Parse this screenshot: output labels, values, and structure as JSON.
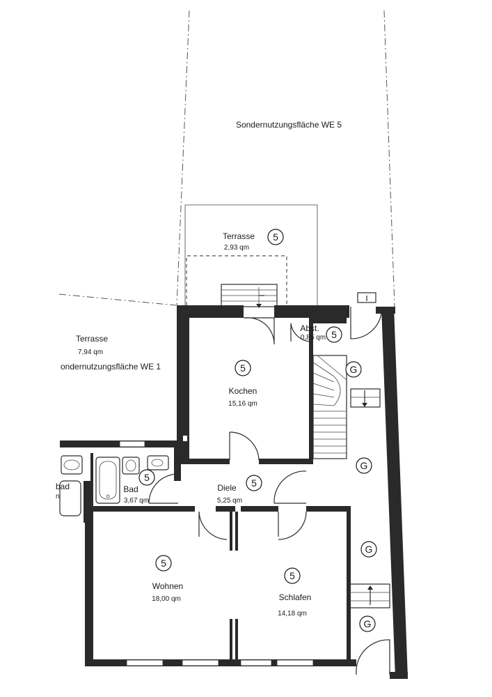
{
  "plot": {
    "label": "Sondernutzungsfläche WE 5"
  },
  "terrace_upper": {
    "name": "Terrasse",
    "area": "2,93 qm",
    "unit": "5"
  },
  "terrace_left": {
    "name": "Terrasse",
    "area": "7,94 qm",
    "plot_label": "ondernutzungsfläche WE 1"
  },
  "rooms": {
    "kochen": {
      "name": "Kochen",
      "area": "15,16 qm",
      "unit": "5"
    },
    "abst": {
      "name": "Abst.",
      "area": "0,85 qm",
      "unit": "5"
    },
    "bad": {
      "name": "Bad",
      "area": "3,67 qm",
      "unit": "5"
    },
    "diele": {
      "name": "Diele",
      "area": "5,25 qm",
      "unit": "5"
    },
    "wohnen": {
      "name": "Wohnen",
      "area": "18,00 qm",
      "unit": "5"
    },
    "schlafen": {
      "name": "Schlafen",
      "area": "14,18 qm",
      "unit": "5"
    },
    "neighbor_bad": {
      "name": "bad",
      "area": "n"
    }
  },
  "shared": {
    "marker": "G"
  }
}
